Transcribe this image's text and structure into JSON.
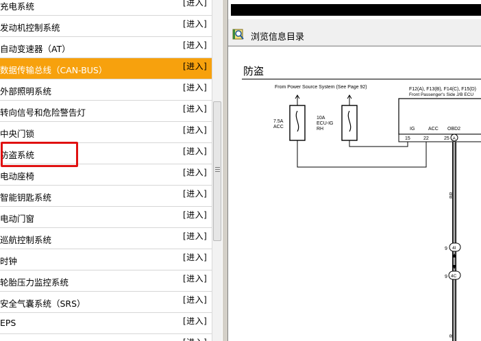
{
  "list": {
    "enter_label": "[进入]",
    "items": [
      {
        "label": "充电系统"
      },
      {
        "label": "发动机控制系统"
      },
      {
        "label": "自动变速器（AT）"
      },
      {
        "label": "数据传输总线（CAN-BUS）"
      },
      {
        "label": "外部照明系统"
      },
      {
        "label": "转向信号和危险警告灯"
      },
      {
        "label": "中央门锁"
      },
      {
        "label": "防盗系统"
      },
      {
        "label": "电动座椅"
      },
      {
        "label": "智能钥匙系统"
      },
      {
        "label": "电动门窗"
      },
      {
        "label": "巡航控制系统"
      },
      {
        "label": "时钟"
      },
      {
        "label": "轮胎压力监控系统"
      },
      {
        "label": "安全气囊系统（SRS）"
      },
      {
        "label": "EPS"
      },
      {
        "label": ""
      }
    ],
    "highlight_index": 3,
    "highlight_color": "#f7a10d",
    "annotation_color": "#e01010"
  },
  "viewer": {
    "toolbar_label": "浏览信息目录",
    "toolbar_icon": "magnifier-book-icon",
    "doc_title": "防盗"
  },
  "wiring": {
    "source_note": "From Power Source System (See Page 92)",
    "fuse1_rating": "7.5A",
    "fuse1_name": "ACC",
    "fuse2_rating": "10A",
    "fuse2_name": "ECU-IG",
    "fuse2_sub": "RH",
    "jb_connectors": "F12(A), F13(B), F14(C), F15(D)",
    "jb_name": "Front Passenger's Side J/B ECU",
    "pin_ig": "IG",
    "pin_acc": "ACC",
    "pin_obd2": "OBD2",
    "num_15": "15",
    "num_22": "22",
    "num_25": "25",
    "conn_a": "A",
    "wire_color_1": "BR",
    "wire_color_2": "R",
    "pin_9a": "9",
    "conn_4i": "4I",
    "pin_9b": "9",
    "conn_4c": "4C"
  }
}
